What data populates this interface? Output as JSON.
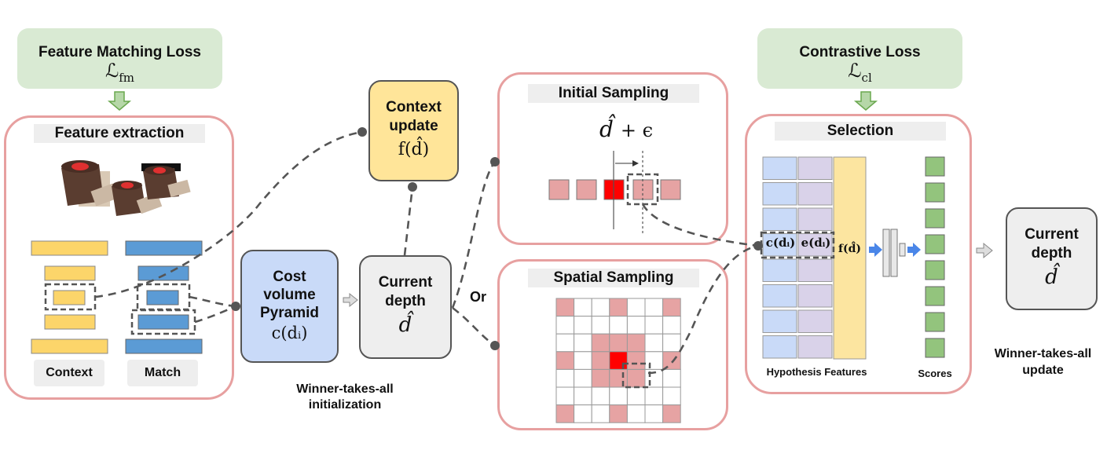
{
  "losses": {
    "feature_matching": {
      "title": "Feature Matching Loss",
      "symbol": "ℒ",
      "sub": "fm"
    },
    "contrastive": {
      "title": "Contrastive Loss",
      "symbol": "ℒ",
      "sub": "cl"
    }
  },
  "feature_extraction": {
    "title": "Feature extraction",
    "context_label": "Context",
    "match_label": "Match"
  },
  "context_update": {
    "line1": "Context",
    "line2": "update",
    "formula": "f(d̂)"
  },
  "cost_volume": {
    "line1": "Cost",
    "line2": "volume",
    "line3": "Pyramid",
    "formula": "c(dᵢ)"
  },
  "current_depth_mid": {
    "line1": "Current",
    "line2": "depth",
    "symbol": "d̂"
  },
  "or_label": "Or",
  "init_caption": {
    "line1": "Winner-takes-all",
    "line2": "initialization"
  },
  "initial_sampling": {
    "title": "Initial Sampling",
    "formula_d": "d̂",
    "formula_rest": "+ ϵ"
  },
  "spatial_sampling": {
    "title": "Spatial Sampling"
  },
  "selection": {
    "title": "Selection",
    "c_label": "c(dᵢ)",
    "e_label": "e(dᵢ)",
    "f_label": "f(d̂)",
    "hypothesis_label": "Hypothesis Features",
    "scores_label": "Scores"
  },
  "current_depth_right": {
    "line1": "Current",
    "line2": "depth",
    "symbol": "d̂"
  },
  "update_caption": {
    "line1": "Winner-takes-all",
    "line2": "update"
  },
  "colors": {
    "panel_border": "#e7a0a0",
    "loss_fill": "#d9ead3",
    "context_yellow": "#fcd56a",
    "match_blue": "#5b9bd5",
    "cost_blue": "#c9daf8",
    "sample_pink": "#e6a3a3",
    "sample_red": "#ff0000",
    "hyp_blue": "#c9daf8",
    "hyp_purple": "#d9d2e9",
    "score_green": "#93c47d",
    "arrow_green": "#a8d08d"
  }
}
